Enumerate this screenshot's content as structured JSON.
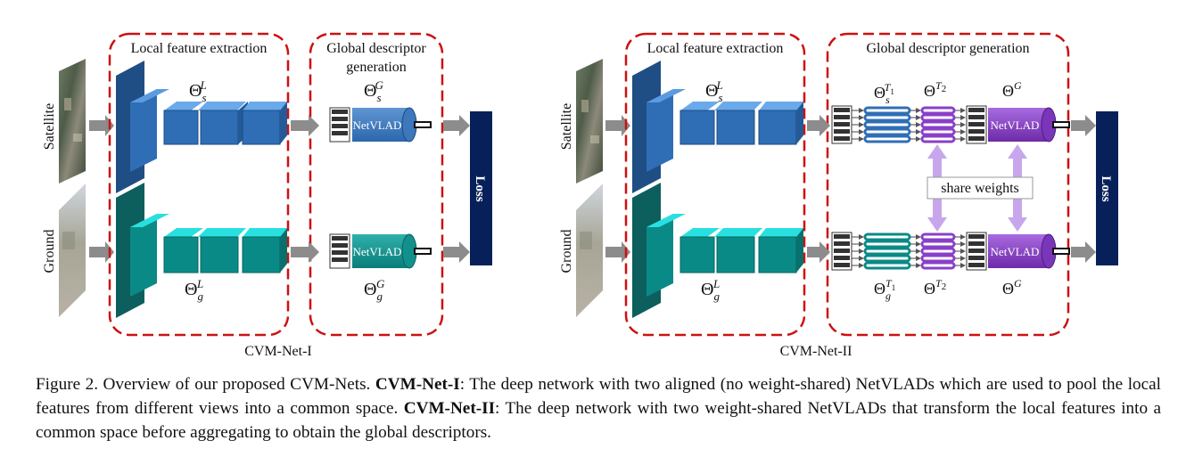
{
  "left": {
    "view_top": "Satellite",
    "view_bottom": "Ground",
    "local_title": "Local feature extraction",
    "global_title_l1": "Global descriptor",
    "global_title_l2": "generation",
    "netvlad": "NetVLAD",
    "loss": "Loss",
    "net_name": "CVM-Net-I"
  },
  "right": {
    "view_top": "Satellite",
    "view_bottom": "Ground",
    "local_title": "Local feature extraction",
    "global_title": "Global descriptor generation",
    "netvlad": "NetVLAD",
    "share": "share weights",
    "loss": "Loss",
    "net_name": "CVM-Net-II"
  },
  "math": {
    "theta": "Θ",
    "L": "L",
    "G": "G",
    "T": "T",
    "s": "s",
    "g": "g",
    "one": "1",
    "two": "2"
  },
  "caption": {
    "fig": "Figure 2. Overview of our proposed CVM-Nets. ",
    "n1": "CVM-Net-I",
    "t1": ": The deep network with two aligned (no weight-shared) NetVLADs which are used to pool the local features from different views into a common space. ",
    "n2": "CVM-Net-II",
    "t2": ": The deep network with two weight-shared NetVLADs that transform the local features into a common space before aggregating to obtain the global descriptors."
  },
  "colors": {
    "blue": "#2f6eb5",
    "teal": "#0a8a86",
    "cyan": "#28e0e0",
    "purple": "#8a3fc8",
    "navy": "#08205a",
    "dash": "#cc1111",
    "arrow": "#8c8c8c"
  }
}
